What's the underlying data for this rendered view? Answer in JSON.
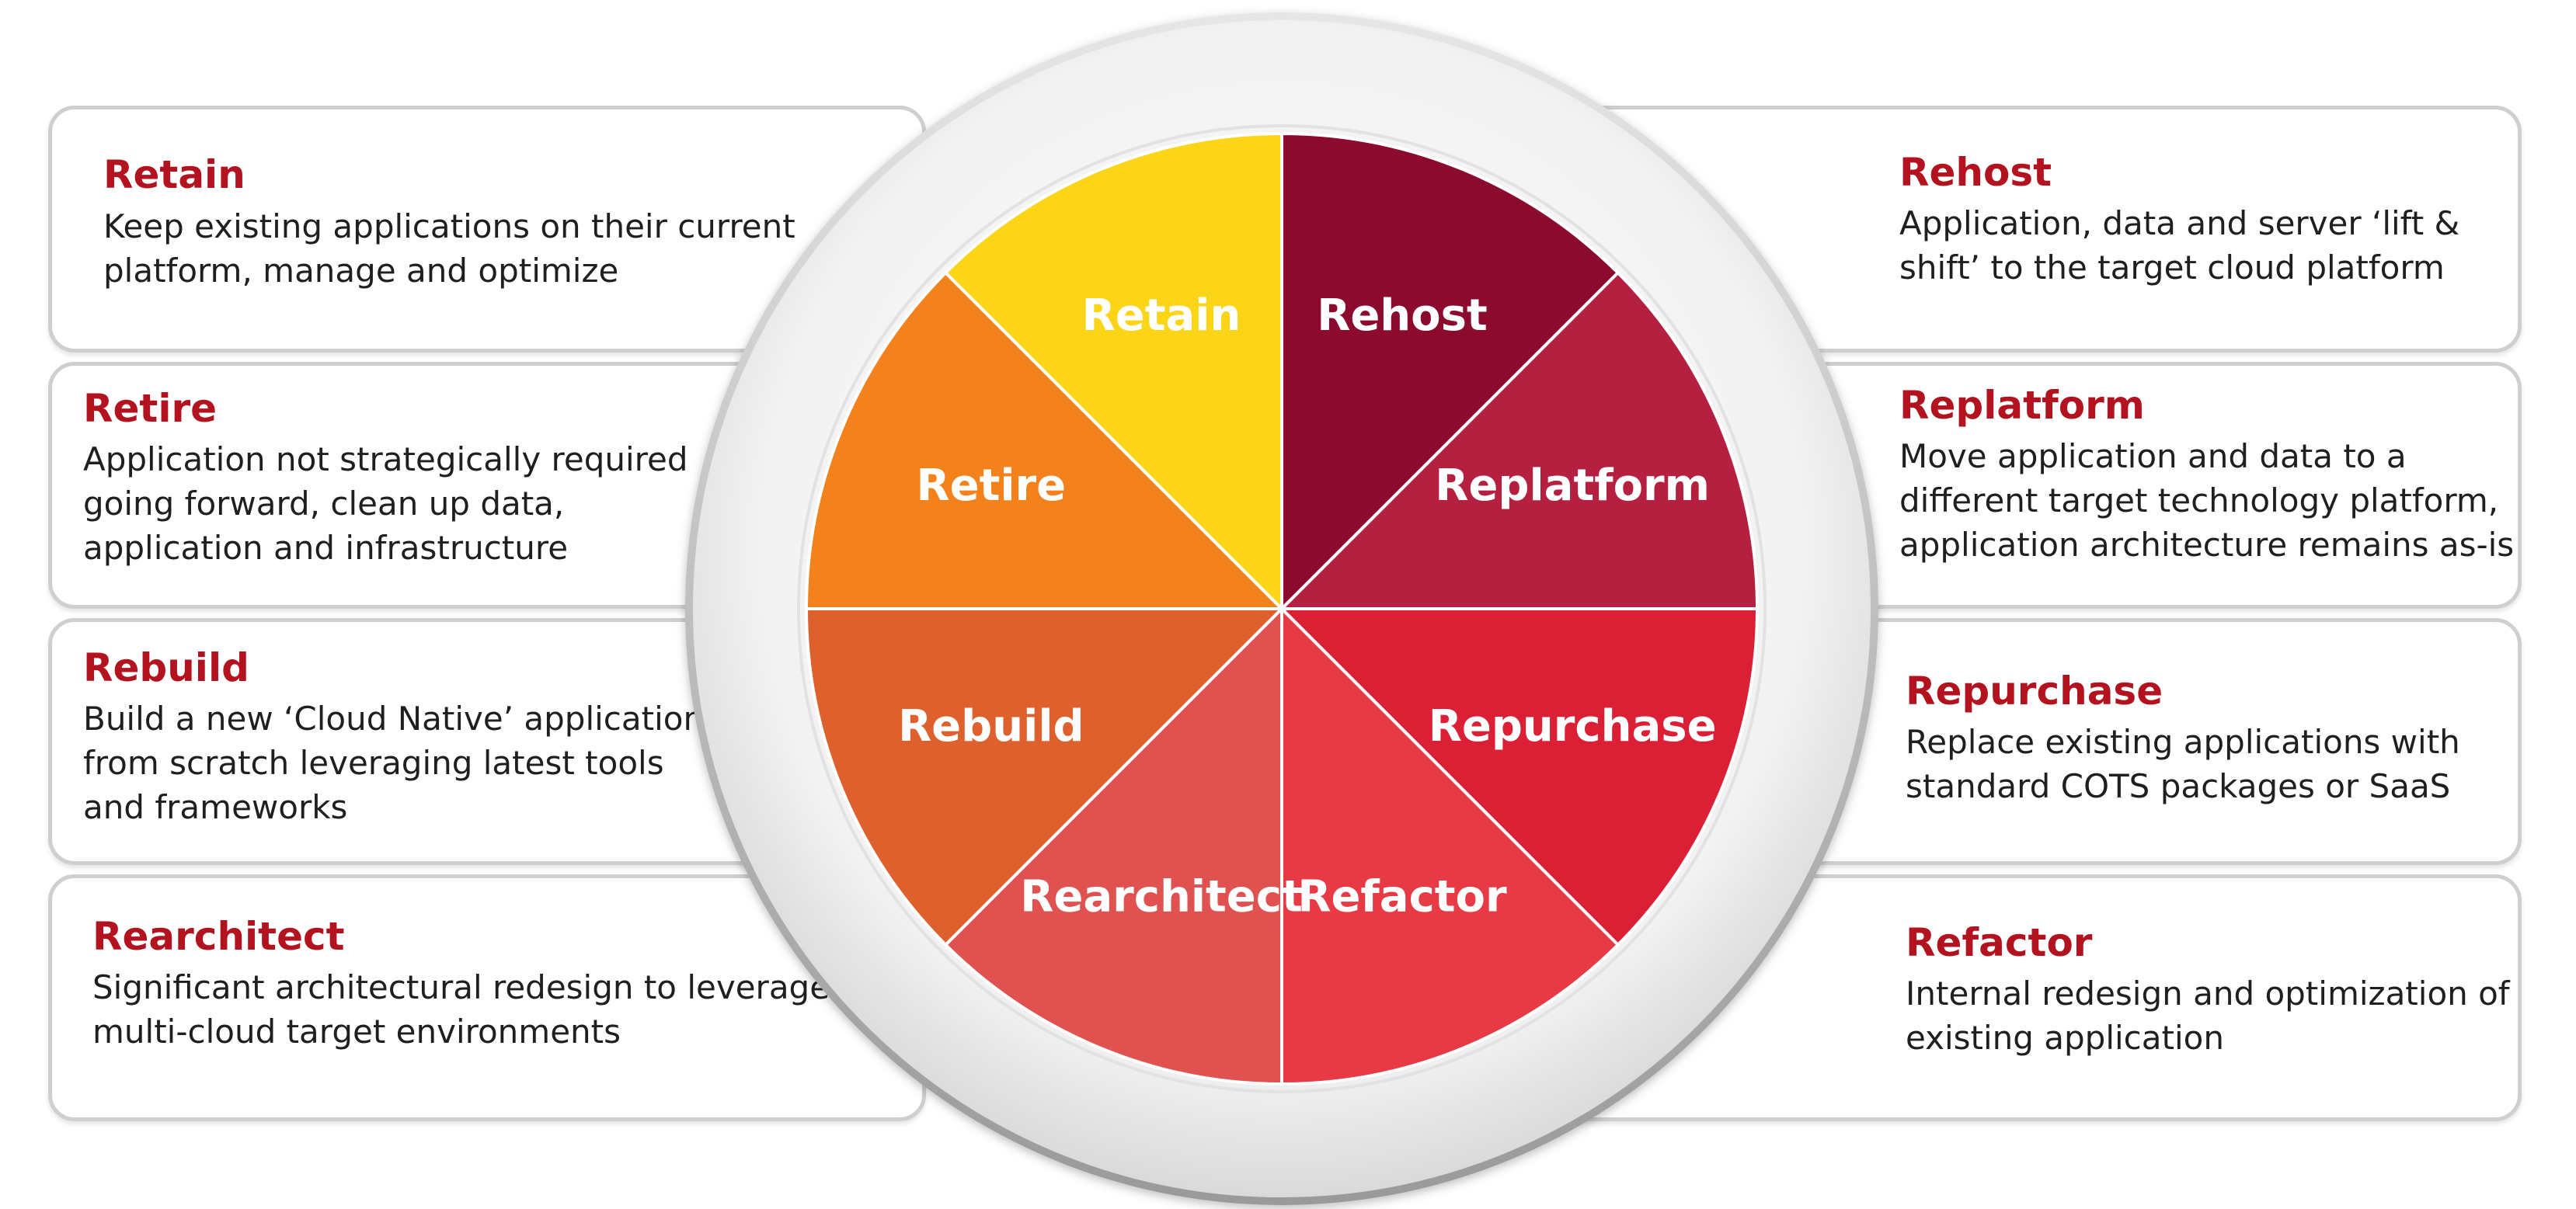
{
  "left_cards": [
    {
      "title": "Retain",
      "desc": "Keep existing applications on their current\nplatform, manage and optimize"
    },
    {
      "title": "Retire",
      "desc": "Application not strategically required\ngoing forward, clean up data,\napplication and infrastructure"
    },
    {
      "title": "Rebuild",
      "desc": "Build a new ‘Cloud Native’ application\nfrom scratch leveraging latest tools\nand frameworks"
    },
    {
      "title": "Rearchitect",
      "desc": "Significant architectural redesign to leverage\nmulti-cloud target environments"
    }
  ],
  "right_cards": [
    {
      "title": "Rehost",
      "desc": "Application, data and server ‘lift &\nshift’ to the target cloud platform"
    },
    {
      "title": "Replatform",
      "desc": "Move application and data to a\ndifferent target technology platform,\napplication architecture remains as-is"
    },
    {
      "title": "Repurchase",
      "desc": "Replace existing applications with\nstandard COTS packages or SaaS"
    },
    {
      "title": "Refactor",
      "desc": "Internal redesign and optimization of\nexisting application"
    }
  ],
  "wheel": {
    "segments": [
      {
        "label": "Rehost",
        "color": "#8b0a2e"
      },
      {
        "label": "Replatform",
        "color": "#b52040"
      },
      {
        "label": "Repurchase",
        "color": "#db1f35"
      },
      {
        "label": "Refactor",
        "color": "#e83a45"
      },
      {
        "label": "Rearchitect",
        "color": "#e0524f"
      },
      {
        "label": "Rebuild",
        "color": "#de602d"
      },
      {
        "label": "Retire",
        "color": "#f3821c"
      },
      {
        "label": "Retain",
        "color": "#fcd418"
      }
    ]
  }
}
